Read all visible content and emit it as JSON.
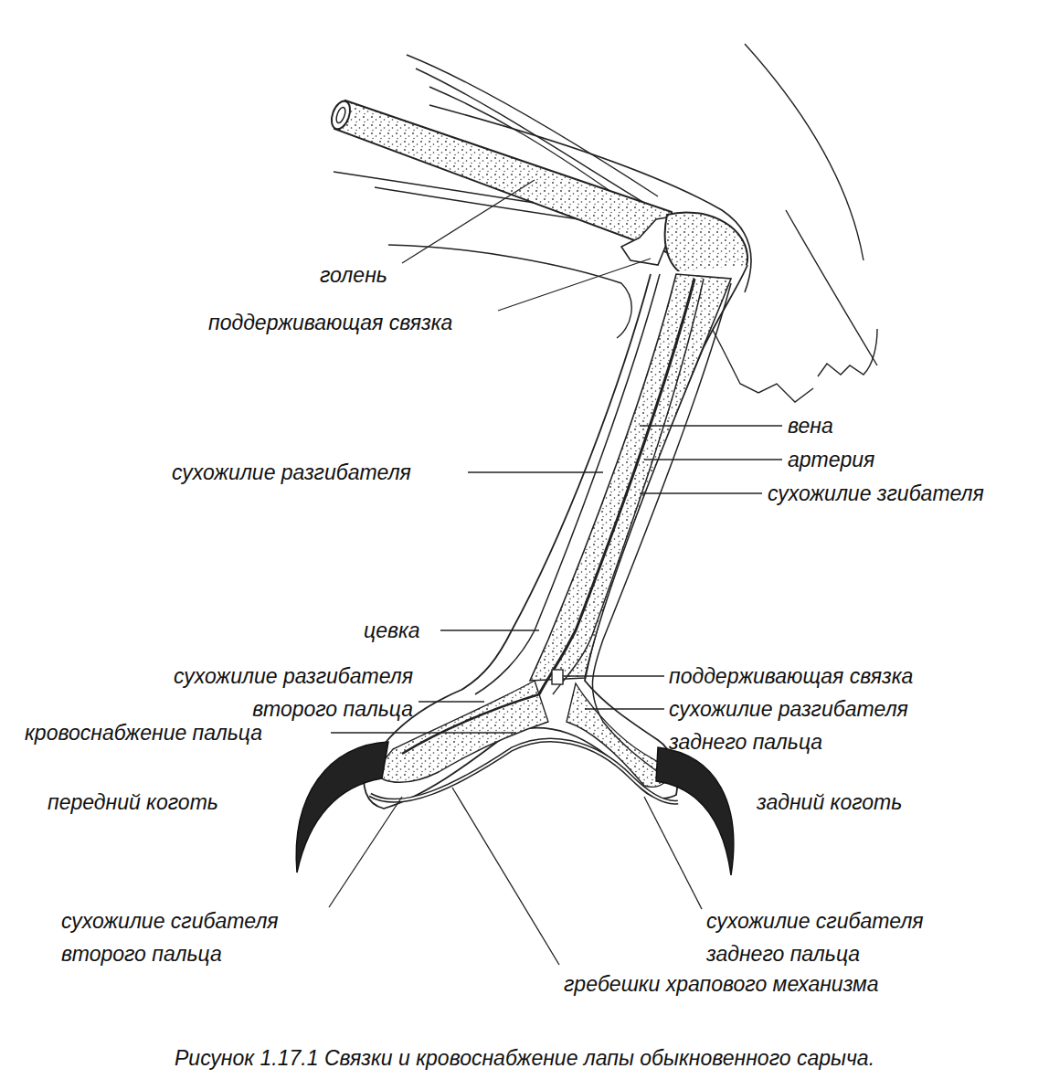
{
  "diagram": {
    "caption": "Рисунок 1.17.1 Связки и кровоснабжение лапы обыкновенного сарыча.",
    "labels": [
      "голень",
      "поддерживающая связка",
      "вена",
      "артерия",
      "сухожилие разгибателя",
      "сухожилие згибателя",
      "цевка",
      "сухожилие разгибателя второго пальца",
      "поддерживающая связка",
      "сухожилие разгибателя заднего пальца",
      "кровоснабжение пальца",
      "передний коготь",
      "задний коготь",
      "сухожилие сгибателя второго пальца",
      "сухожилие сгибателя заднего пальца",
      "гребешки храпового механизма"
    ]
  }
}
